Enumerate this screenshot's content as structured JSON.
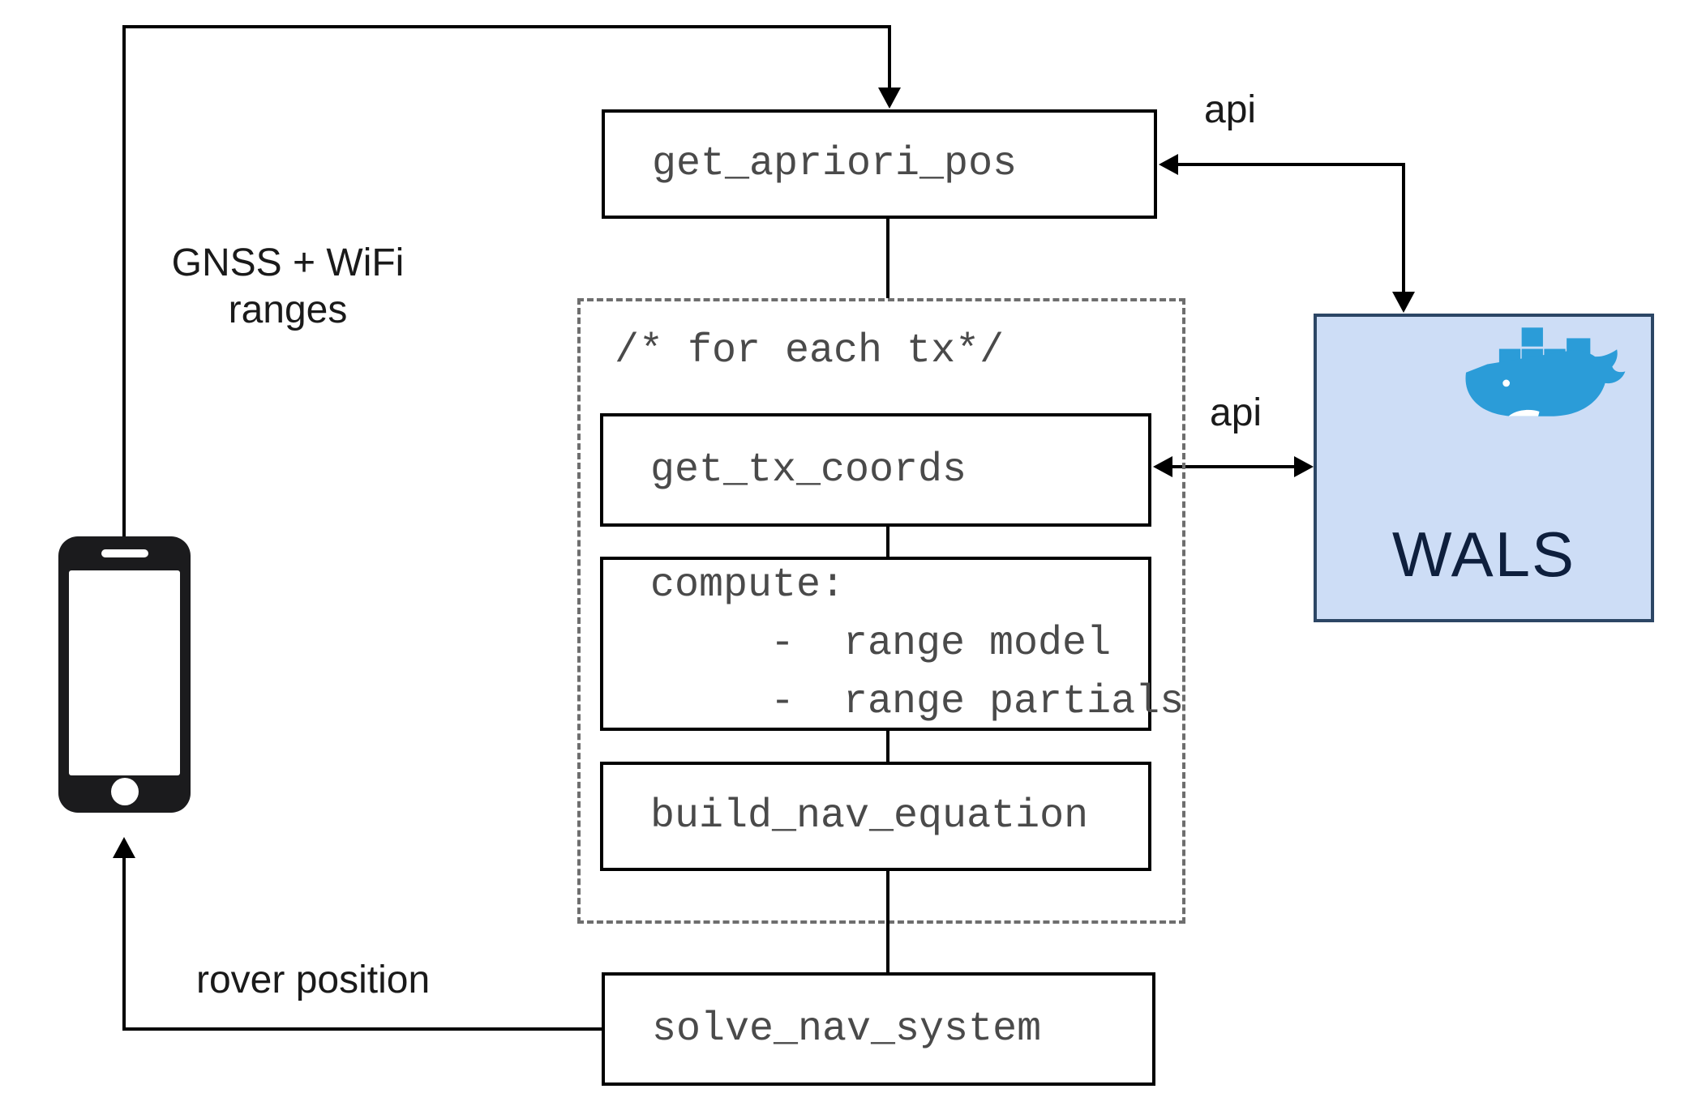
{
  "diagram_title": "rover positioning software flow with WALS docker service",
  "nodes": {
    "get_apriori_pos": {
      "label": "get_apriori_pos"
    },
    "loop": {
      "comment": "/* for each tx*/"
    },
    "get_tx_coords": {
      "label": "get_tx_coords"
    },
    "compute": {
      "title": "compute:",
      "items": [
        "-  range model",
        "-  range partials"
      ]
    },
    "build_nav_equation": {
      "label": "build_nav_equation"
    },
    "solve_nav_system": {
      "label": "solve_nav_system"
    },
    "wals": {
      "label": "WALS"
    }
  },
  "edge_labels": {
    "gnss_line1": "GNSS + WiFi",
    "gnss_line2": "ranges",
    "rover_position": "rover position",
    "api_top": "api",
    "api_mid": "api"
  },
  "icons": {
    "phone": "smartphone-icon",
    "docker_whale": "docker-whale-icon"
  },
  "colors": {
    "line": "#000000",
    "code_text": "#4a4a4a",
    "dashed_border": "#6e6e6e",
    "wals_fill": "#cdddf6",
    "wals_border": "#2c4665",
    "wals_text": "#0e1f3d",
    "docker_blue": "#2b9cd8",
    "phone_body": "#1b1b1d"
  }
}
